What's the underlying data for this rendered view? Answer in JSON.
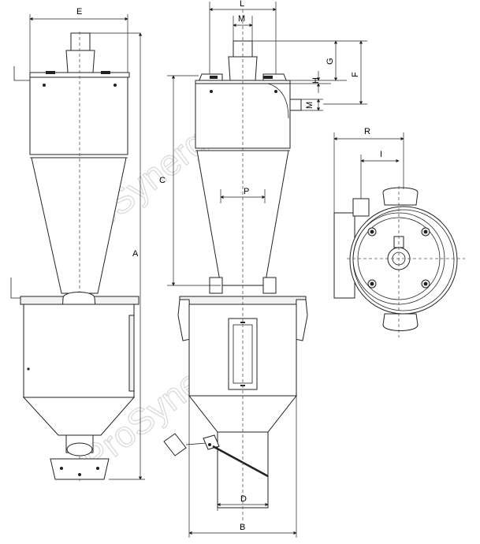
{
  "dimensions": {
    "A": "A",
    "B": "B",
    "C": "C",
    "D": "D",
    "E": "E",
    "F": "F",
    "G": "G",
    "H": "H",
    "I": "I",
    "L": "L",
    "M_top": "M",
    "M_side": "M",
    "P": "P",
    "R": "R"
  },
  "watermark": {
    "text1": "ProSynergie",
    "text2": "ProSynergie"
  }
}
